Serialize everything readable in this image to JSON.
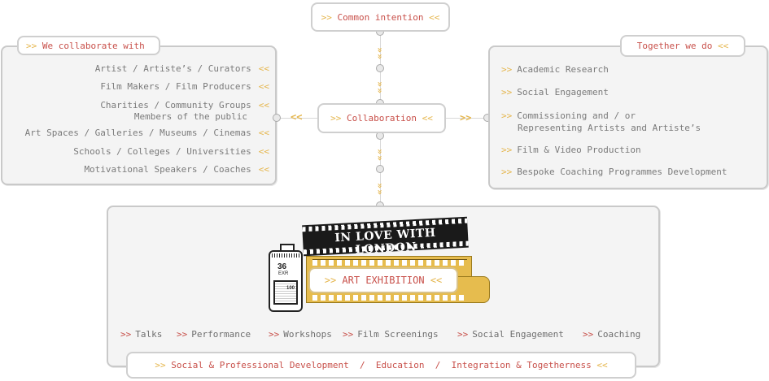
{
  "top": {
    "label": "Common intention",
    "prefix": ">>",
    "suffix": "<<"
  },
  "left": {
    "title": "We collaborate with",
    "prefix": ">>",
    "suffix": "<<",
    "items": [
      "Artist / Artiste’s / Curators",
      "Film Makers / Film Producers",
      "Charities / Community Groups",
      "Members of the public",
      "Art Spaces / Galleries / Museums / Cinemas",
      "Schools / Colleges / Universities",
      "Motivational Speakers / Coaches"
    ]
  },
  "center": {
    "label": "Collaboration",
    "prefix": ">>",
    "suffix": "<<",
    "left_arrow": "<<",
    "right_arrow": ">>"
  },
  "right": {
    "title": "Together we do",
    "prefix": ">>",
    "items": [
      "Academic Research",
      "Social Engagement",
      "Commissioning and  / or",
      "Representing Artists and Artiste’s",
      "Film & Video Production",
      "Bespoke Coaching Programmes Development"
    ]
  },
  "chevron": "»",
  "logo": {
    "banner": "IN LOVE WITH LONDON",
    "canister_number": "36",
    "canister_code": "EXR",
    "canister_iso": "100",
    "exhibition": "ART EXHIBITION",
    "prefix": ">>",
    "suffix": "<<"
  },
  "activities": {
    "prefix": ">>",
    "items": [
      "Talks",
      "Performance",
      "Workshops",
      "Film Screenings",
      "Social Engagement",
      "Coaching"
    ]
  },
  "footer": {
    "prefix": ">>",
    "suffix": "<<",
    "items": [
      "Social & Professional Development",
      "Education",
      "Integration & Togetherness"
    ],
    "separator": "/"
  },
  "colors": {
    "accent_red": "#c8504a",
    "accent_gold": "#e5b64d",
    "film_gold": "#e6bc4e",
    "panel_bg": "#f4f4f4"
  }
}
